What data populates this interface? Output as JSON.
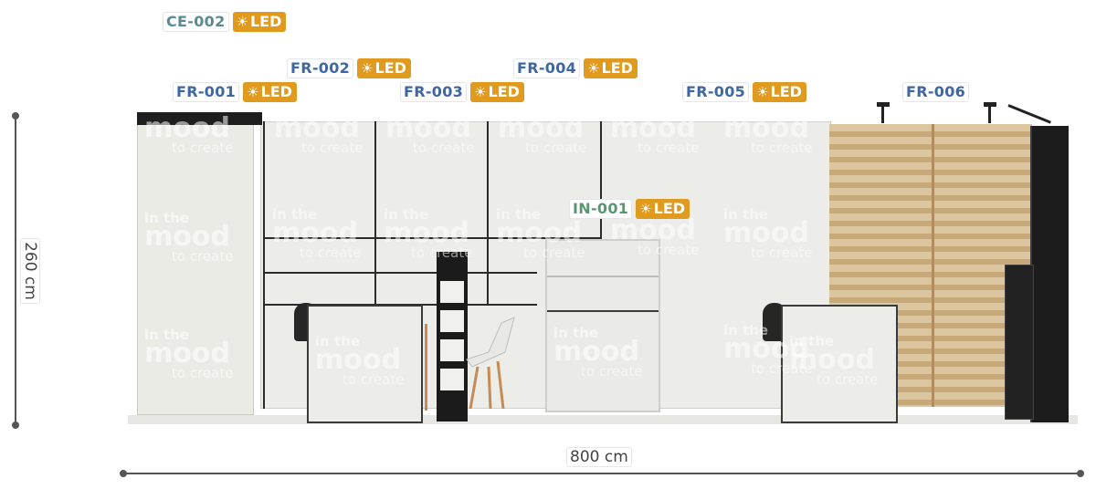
{
  "labels": {
    "ce002": {
      "code": "CE-002",
      "led": "LED"
    },
    "fr001": {
      "code": "FR-001",
      "led": "LED"
    },
    "fr002": {
      "code": "FR-002",
      "led": "LED"
    },
    "fr003": {
      "code": "FR-003",
      "led": "LED"
    },
    "fr004": {
      "code": "FR-004",
      "led": "LED"
    },
    "fr005": {
      "code": "FR-005",
      "led": "LED"
    },
    "fr006": {
      "code": "FR-006"
    },
    "in001": {
      "code": "IN-001",
      "led": "LED"
    }
  },
  "icons": {
    "led": "sun-icon"
  },
  "dimensions": {
    "height": "260 cm",
    "width": "800 cm"
  },
  "watermark": {
    "line1": "in the",
    "line2": "mood",
    "line3": "to create"
  },
  "colors": {
    "led_badge": "#e09a1e",
    "code_blue": "#3f67a3",
    "code_teal": "#5b8a94",
    "code_green": "#5a9770",
    "wood": "#d9c19a",
    "dark": "#1c1c1c"
  }
}
